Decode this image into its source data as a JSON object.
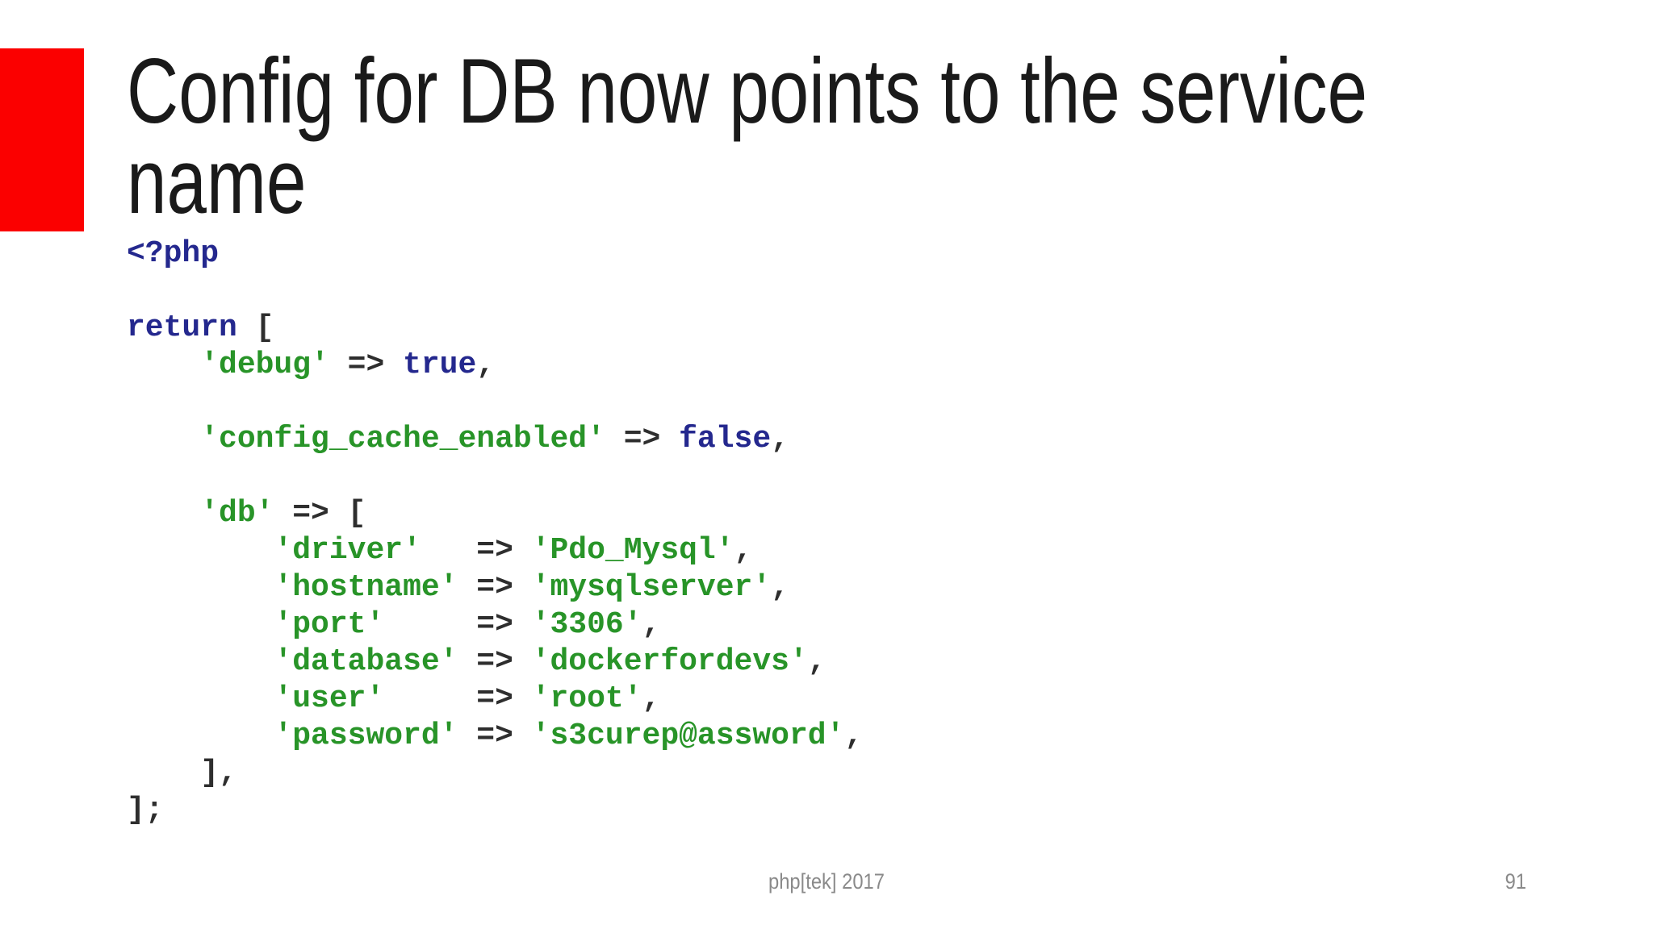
{
  "slide": {
    "title": "Config for DB now points to the service name",
    "accent_bar": {
      "color": "#fb0000"
    },
    "footer": {
      "conference": "php[tek] 2017",
      "page_number": "91",
      "text_color": "#8a8a8a"
    }
  },
  "code_block": {
    "token_colors": {
      "keyword": "#24288e",
      "string": "#289428",
      "plain": "#2e2e2e"
    },
    "lines": [
      [
        {
          "type": "keyword",
          "text": "<?php"
        }
      ],
      [],
      [
        {
          "type": "keyword",
          "text": "return"
        },
        {
          "type": "plain",
          "text": " ["
        }
      ],
      [
        {
          "type": "plain",
          "text": "    "
        },
        {
          "type": "string",
          "text": "'debug'"
        },
        {
          "type": "plain",
          "text": " => "
        },
        {
          "type": "keyword",
          "text": "true"
        },
        {
          "type": "plain",
          "text": ","
        }
      ],
      [],
      [
        {
          "type": "plain",
          "text": "    "
        },
        {
          "type": "string",
          "text": "'config_cache_enabled'"
        },
        {
          "type": "plain",
          "text": " => "
        },
        {
          "type": "keyword",
          "text": "false"
        },
        {
          "type": "plain",
          "text": ","
        }
      ],
      [],
      [
        {
          "type": "plain",
          "text": "    "
        },
        {
          "type": "string",
          "text": "'db'"
        },
        {
          "type": "plain",
          "text": " => ["
        }
      ],
      [
        {
          "type": "plain",
          "text": "        "
        },
        {
          "type": "string",
          "text": "'driver'"
        },
        {
          "type": "plain",
          "text": "   => "
        },
        {
          "type": "string",
          "text": "'Pdo_Mysql'"
        },
        {
          "type": "plain",
          "text": ","
        }
      ],
      [
        {
          "type": "plain",
          "text": "        "
        },
        {
          "type": "string",
          "text": "'hostname'"
        },
        {
          "type": "plain",
          "text": " => "
        },
        {
          "type": "string",
          "text": "'mysqlserver'"
        },
        {
          "type": "plain",
          "text": ","
        }
      ],
      [
        {
          "type": "plain",
          "text": "        "
        },
        {
          "type": "string",
          "text": "'port'"
        },
        {
          "type": "plain",
          "text": "     => "
        },
        {
          "type": "string",
          "text": "'3306'"
        },
        {
          "type": "plain",
          "text": ","
        }
      ],
      [
        {
          "type": "plain",
          "text": "        "
        },
        {
          "type": "string",
          "text": "'database'"
        },
        {
          "type": "plain",
          "text": " => "
        },
        {
          "type": "string",
          "text": "'dockerfordevs'"
        },
        {
          "type": "plain",
          "text": ","
        }
      ],
      [
        {
          "type": "plain",
          "text": "        "
        },
        {
          "type": "string",
          "text": "'user'"
        },
        {
          "type": "plain",
          "text": "     => "
        },
        {
          "type": "string",
          "text": "'root'"
        },
        {
          "type": "plain",
          "text": ","
        }
      ],
      [
        {
          "type": "plain",
          "text": "        "
        },
        {
          "type": "string",
          "text": "'password'"
        },
        {
          "type": "plain",
          "text": " => "
        },
        {
          "type": "string",
          "text": "'s3curep@assword'"
        },
        {
          "type": "plain",
          "text": ","
        }
      ],
      [
        {
          "type": "plain",
          "text": "    ],"
        }
      ],
      [
        {
          "type": "plain",
          "text": "];"
        }
      ]
    ]
  }
}
